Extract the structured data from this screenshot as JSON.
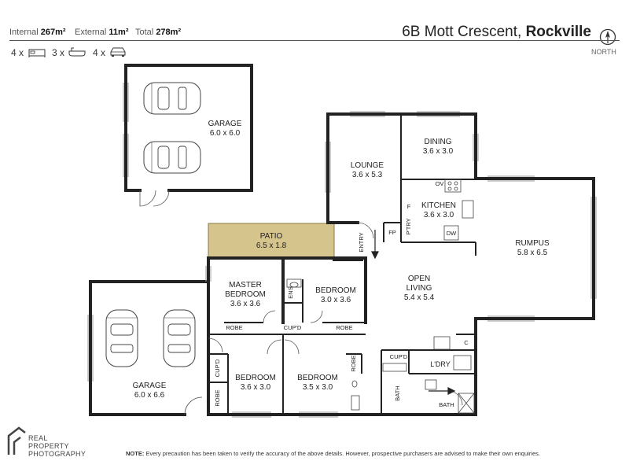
{
  "header": {
    "internal_label": "Internal",
    "internal_value": "267m²",
    "external_label": "External",
    "external_value": "11m²",
    "total_label": "Total",
    "total_value": "278m²",
    "address": "6B Mott Crescent,",
    "suburb": "Rockville",
    "north_label": "NORTH",
    "counts": {
      "bedrooms": "4 x",
      "bedroom_icon": "bed-icon",
      "bathrooms": "3 x",
      "bathroom_icon": "bath-icon",
      "cars": "4 x",
      "car_icon": "car-icon"
    }
  },
  "rooms": {
    "garage_top": {
      "name": "GARAGE",
      "size": "6.0 x 6.0"
    },
    "dining": {
      "name": "DINING",
      "size": "3.6 x 3.0"
    },
    "lounge": {
      "name": "LOUNGE",
      "size": "3.6 x 5.3"
    },
    "kitchen": {
      "name": "KITCHEN",
      "size": "3.6 x 3.0"
    },
    "patio": {
      "name": "PATIO",
      "size": "6.5 x 1.8"
    },
    "rumpus": {
      "name": "RUMPUS",
      "size": "5.8 x 6.5"
    },
    "master": {
      "name_1": "MASTER",
      "name_2": "BEDROOM",
      "size": "3.6 x 3.6"
    },
    "bedroom_mid": {
      "name": "BEDROOM",
      "size": "3.0 x 3.6"
    },
    "open_living": {
      "name_1": "OPEN",
      "name_2": "LIVING",
      "size": "5.4 x 5.4"
    },
    "garage_bottom": {
      "name": "GARAGE",
      "size": "6.0 x 6.6"
    },
    "bedroom_left": {
      "name": "BEDROOM",
      "size": "3.6 x 3.0"
    },
    "bedroom_right": {
      "name": "BEDROOM",
      "size": "3.5 x 3.0"
    }
  },
  "small_labels": {
    "ov": "OV",
    "f": "F",
    "fp": "FP",
    "ptry": "P'TRY",
    "dw": "DW",
    "entry": "ENTRY",
    "ens": "ENS",
    "cupd_ens": "CUP'D",
    "robe_master": "ROBE",
    "robe_mid": "ROBE",
    "c": "C",
    "ldry": "L'DRY",
    "cupd_bath": "CUP'D",
    "bath_v": "BATH",
    "bath_h": "BATH",
    "cupd_left": "CUP'D",
    "robe_left": "ROBE",
    "robe_right": "ROBE"
  },
  "footer": {
    "note_label": "NOTE:",
    "note": "Every precaution has been taken to verify the accuracy of the above details. However, prospective purchasers are advised to make their own enquiries.",
    "logo_line1": "REAL",
    "logo_line2": "PROPERTY",
    "logo_line3": "PHOTOGRAPHY"
  },
  "colors": {
    "wall": "#222222",
    "patio_fill": "#d6c48d",
    "window": "#999999"
  }
}
